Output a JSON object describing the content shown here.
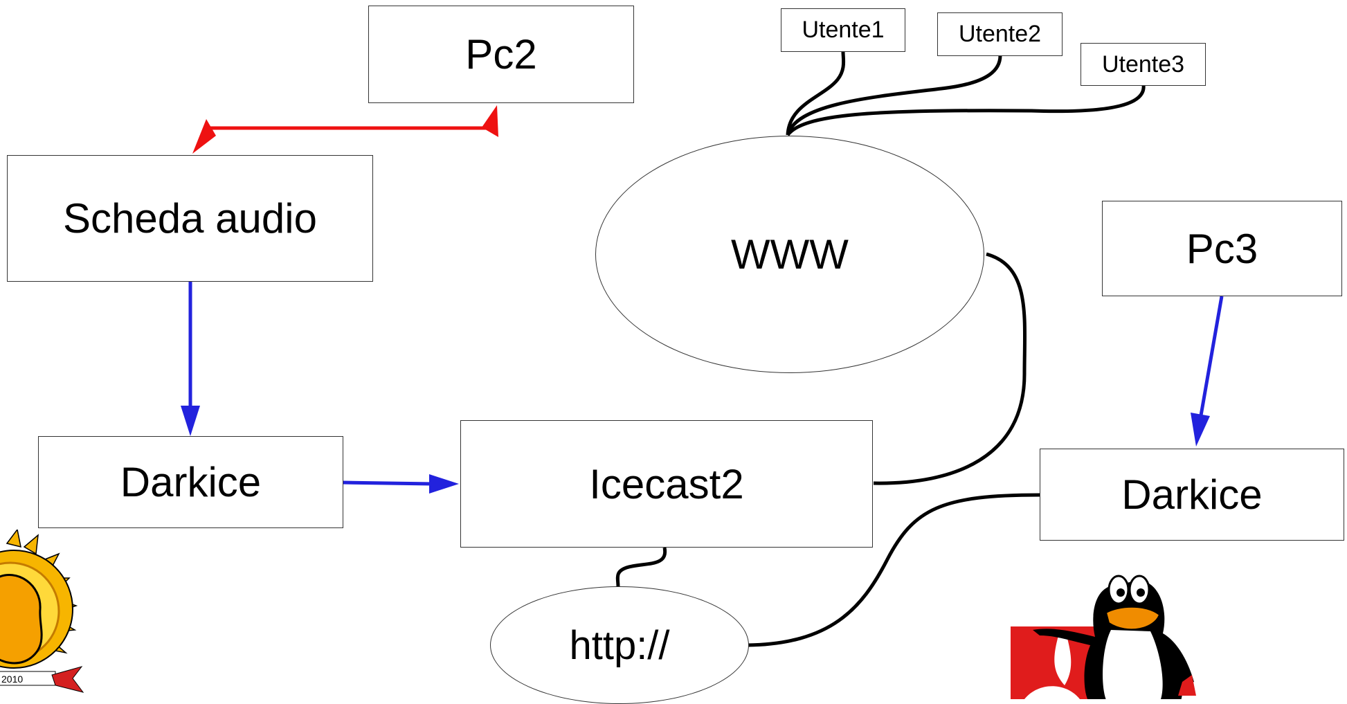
{
  "diagram": {
    "nodes": {
      "pc2": "Pc2",
      "scheda_audio": "Scheda audio",
      "darkice_left": "Darkice",
      "icecast2": "Icecast2",
      "http": "http://",
      "www": "WWW",
      "pc3": "Pc3",
      "darkice_right": "Darkice",
      "utente1": "Utente1",
      "utente2": "Utente2",
      "utente3": "Utente3"
    },
    "logos": {
      "sun_badge_year": "2010"
    }
  },
  "colors": {
    "red_link": "#ee1111",
    "blue_link": "#2222dd",
    "black_link": "#000000",
    "sun_yellow": "#f7b500",
    "tux_red": "#e01c1c",
    "tux_orange": "#f08c00"
  },
  "icons": [
    "sun-badge-icon",
    "tux-penguin-icon"
  ]
}
